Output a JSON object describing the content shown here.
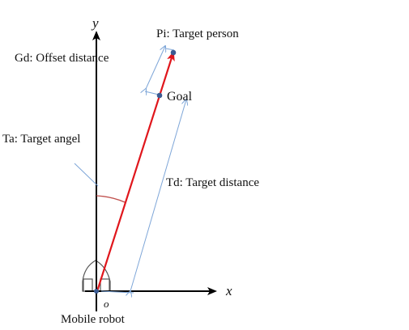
{
  "axes": {
    "x_label": "x",
    "y_label": "y",
    "origin_label": "o"
  },
  "labels": {
    "target_person": "Pi: Target person",
    "offset_distance": "Gd: Offset distance",
    "goal": "Goal",
    "target_angle": "Ta: Target angel",
    "target_distance": "Td: Target distance",
    "mobile_robot": "Mobile robot"
  },
  "colors": {
    "axis": "#000000",
    "heading_line": "#e0161c",
    "dimension_line": "#7ea6d8",
    "angle_arc": "#c0504d",
    "point": "#3b5b92",
    "text": "#111111"
  }
}
